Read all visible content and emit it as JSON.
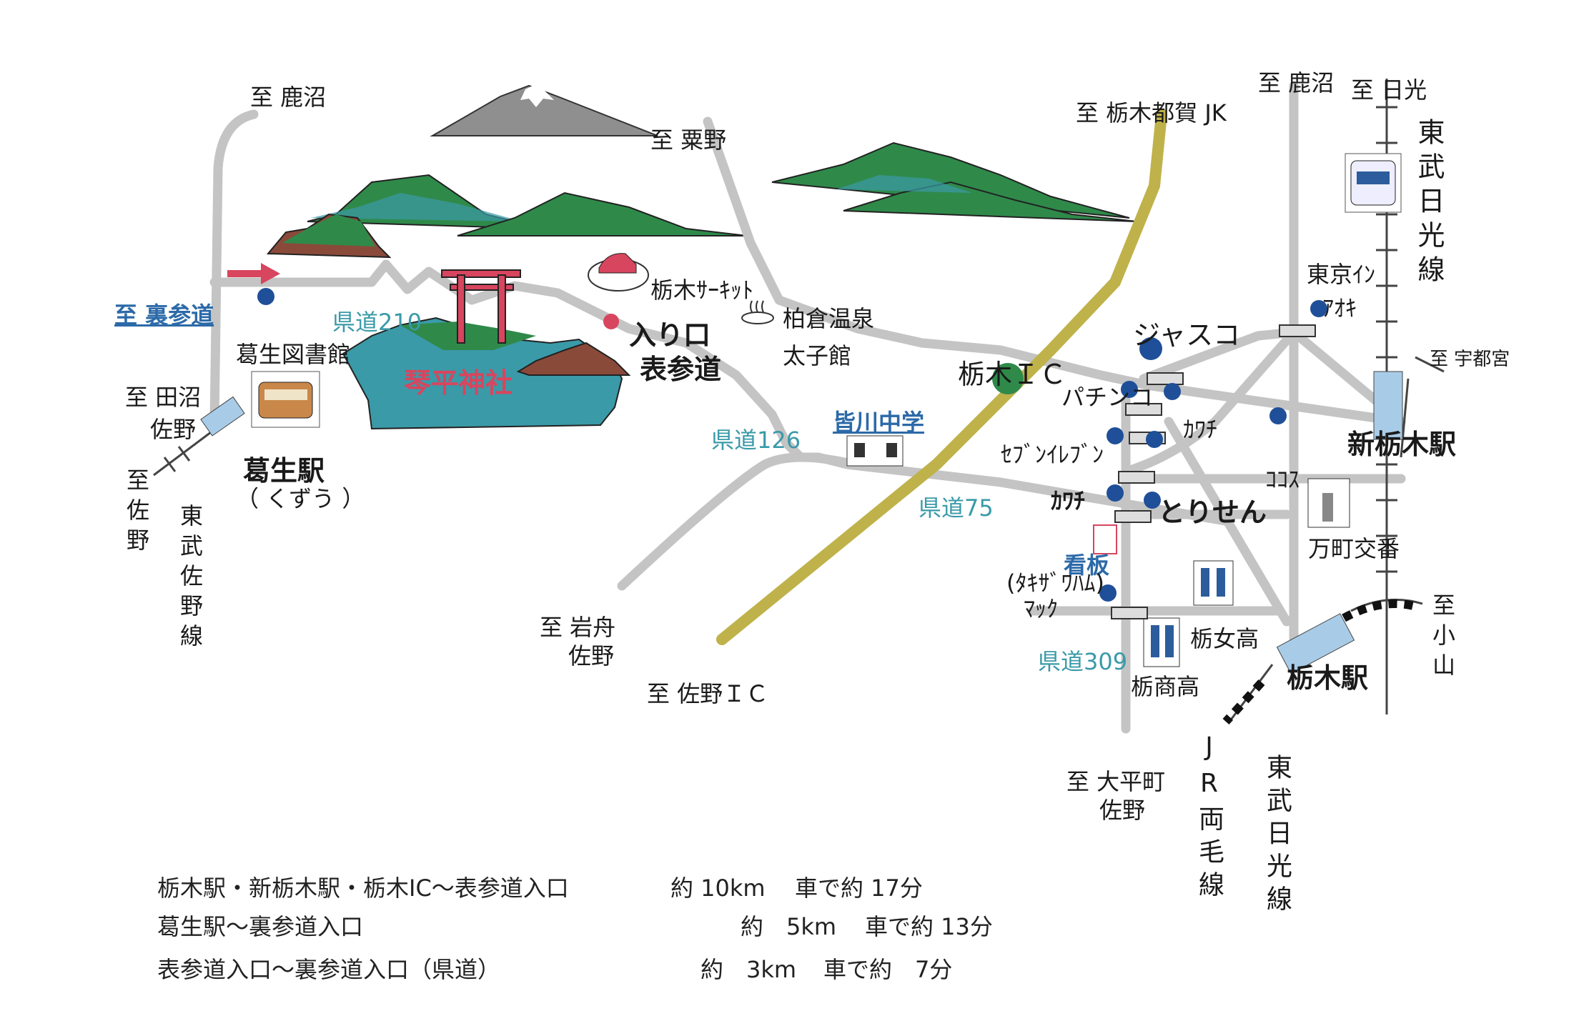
{
  "colors": {
    "road": "#c9c9c9",
    "highway": "#bfb24a",
    "pin": "#1f4f98",
    "mountain_green": "#2f8a4a",
    "mountain_brown": "#8a4a3a",
    "mountain_gray": "#888888",
    "shrine_red": "#d8455e",
    "rail": "#555555",
    "station": "#a8cce8"
  },
  "icons": [
    "torii-icon",
    "train-icon",
    "car-icon",
    "onsen-icon",
    "school-icon",
    "police-box-icon",
    "traffic-light-icon",
    "pin-icon",
    "arrow-icon"
  ],
  "labels": {
    "to_kanuma_left": "至 鹿沼",
    "to_awano": "至 粟野",
    "to_tochigitsuga_jct": "至 栃木都賀 JK",
    "to_kanuma_right": "至 鹿沼",
    "to_nikko": "至 日光",
    "to_urasando": "至 裏参道",
    "kendo210": "県道210",
    "kuzu_library": "葛生図書館",
    "to_tanuma": "至 田沼",
    "to_tanuma_sano": "佐野",
    "kuzu_station": "葛生駅",
    "kuzu_reading": "（ くずう ）",
    "to_sano_vertical": "至佐野",
    "tobu_sano_line": "東武佐野線",
    "kotohira_shrine": "琴平神社",
    "iriguchi": "入り口",
    "omotesando": "表参道",
    "tochigi_circuit": "栃木ｻｰｷｯﾄ",
    "kashiwakura_onsen": "柏倉温泉",
    "taishikan": "太子館",
    "kendo126": "県道126",
    "school": "皆川中学",
    "tochigi_ic": "栃木ＩＣ",
    "jasco": "ジャスコ",
    "pachinko": "パチンコ",
    "kawachi1": "ｶﾜﾁ",
    "seven_eleven": "ｾﾌﾞﾝｲﾚﾌﾞﾝ",
    "kendo75": "県道75",
    "kawachi2": "ｶﾜﾁ",
    "torisen": "とりせん",
    "kanban": "看板",
    "takizawa_ham": "(ﾀｷｻﾞﾜﾊﾑ)",
    "mac": "ﾏｯｸ",
    "to_iwafune": "至 岩舟",
    "to_iwafune_sano": "佐野",
    "to_sano_ic": "至 佐野ＩＣ",
    "tochijo_high": "栃女高",
    "kendo309": "県道309",
    "tochisho_high": "栃商高",
    "toyoko_inn": "東京ｲﾝ",
    "aoki": "ｱｵｷ",
    "cocos": "ｺｺｽ",
    "manmachi_koban": "万町交番",
    "shin_tochigi_station": "新栃木駅",
    "to_utsunomiya": "至 宇都宮",
    "tobu_nikko_line_top": "東武日光線",
    "to_oyama": "至小山",
    "tochigi_station": "栃木駅",
    "to_ohiramachi": "至 大平町",
    "to_ohiramachi_sano": "佐野",
    "jr_ryomo_line": "JR両毛線",
    "tobu_nikko_line_bottom": "東武日光線"
  },
  "notes": [
    {
      "route": "栃木駅・新栃木駅・栃木IC～表参道入口",
      "distance": "約 10km",
      "time": "車で約 17分"
    },
    {
      "route": "葛生駅～裏参道入口",
      "distance": "約　5km",
      "time": "車で約 13分"
    },
    {
      "route": "表参道入口～裏参道入口（県道）",
      "distance": "約　3km",
      "time": "車で約　7分"
    }
  ]
}
